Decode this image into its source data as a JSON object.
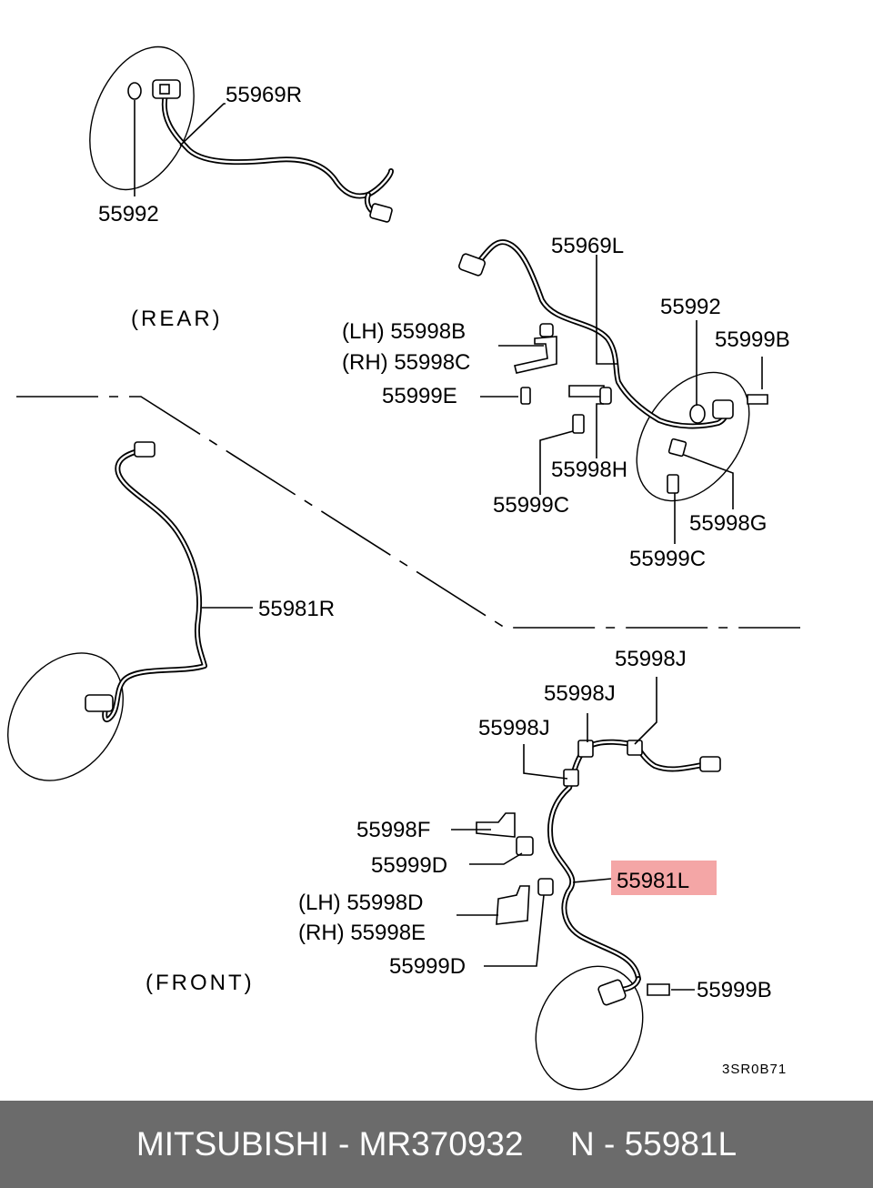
{
  "colors": {
    "highlight": "#f4a6a6",
    "footer_bg": "#6b6b6b",
    "footer_text": "#ffffff"
  },
  "sections": {
    "rear": "(REAR)",
    "front": "(FRONT)"
  },
  "labels": {
    "p55969R": "55969R",
    "p55992_rear": "55992",
    "p55969L": "55969L",
    "p55992_mid": "55992",
    "p55999B_top": "55999B",
    "p55998B": "(LH) 55998B",
    "p55998C": "(RH) 55998C",
    "p55999E": "55999E",
    "p55998H": "55998H",
    "p55999C_a": "55999C",
    "p55998G": "55998G",
    "p55999C_b": "55999C",
    "p55981R": "55981R",
    "p55998J_a": "55998J",
    "p55998J_b": "55998J",
    "p55998J_c": "55998J",
    "p55998F": "55998F",
    "p55999D_a": "55999D",
    "p55981L": "55981L",
    "p55998D": "(LH) 55998D",
    "p55998E": "(RH) 55998E",
    "p55999D_b": "55999D",
    "p55999B_bottom": "55999B"
  },
  "figure_code": "3SR0B71",
  "footer": {
    "brand": "MITSUBISHI",
    "part_number": "MR370932",
    "ref": "N - 55981L"
  }
}
